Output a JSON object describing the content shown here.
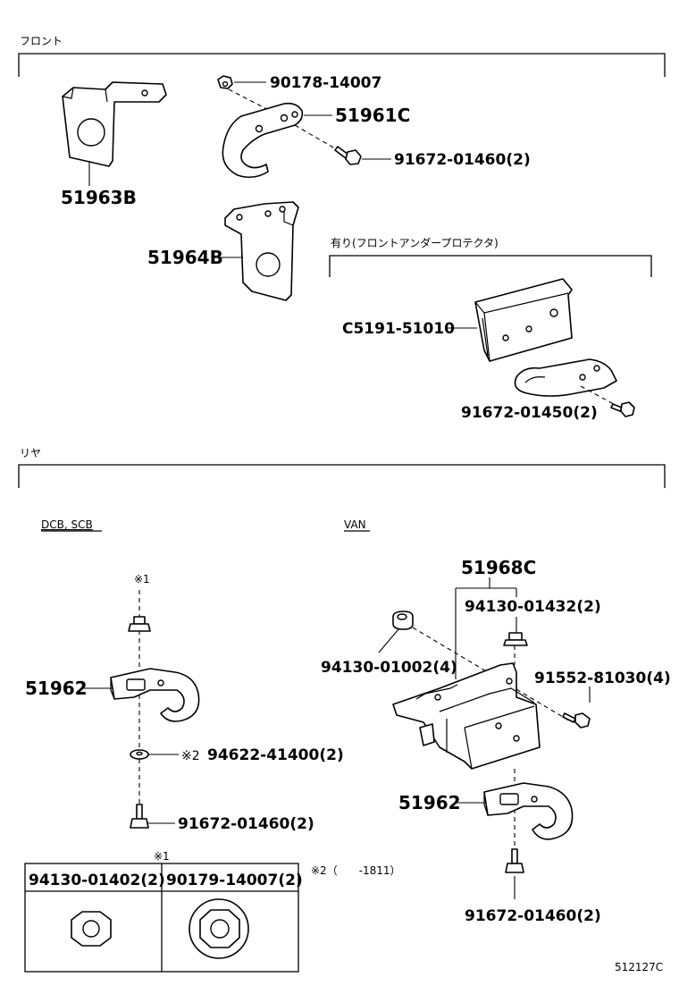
{
  "sections": {
    "front": {
      "title": "フロント"
    },
    "option": {
      "title": "有り(フロントアンダープロテクタ)"
    },
    "rear": {
      "title": "リヤ"
    },
    "dcb_scb": {
      "title": "DCB, SCB"
    },
    "van": {
      "title": "VAN"
    }
  },
  "parts": {
    "p_90178_14007": "90178-14007",
    "p_51961C": "51961C",
    "p_91672_01460_front": "91672-01460(2)",
    "p_51963B": "51963B",
    "p_51964B": "51964B",
    "p_C5191_51010": "C5191-51010",
    "p_91672_01450": "91672-01450(2)",
    "p_51962_left": "51962",
    "p_94622_41400": "94622-41400(2)",
    "p_91672_01460_left": "91672-01460(2)",
    "p_51968C": "51968C",
    "p_94130_01432": "94130-01432(2)",
    "p_94130_01002": "94130-01002(4)",
    "p_91552_81030": "91552-81030(4)",
    "p_51962_right": "51962",
    "p_91672_01460_right": "91672-01460(2)"
  },
  "notes": {
    "mark1": "※1",
    "mark2": "※2",
    "table_mark": "※1",
    "footnote": "※2（　　-1811）"
  },
  "table": {
    "headers": [
      "94130-01402(2)",
      "90179-14007(2)"
    ]
  },
  "figure_id": "512127C"
}
